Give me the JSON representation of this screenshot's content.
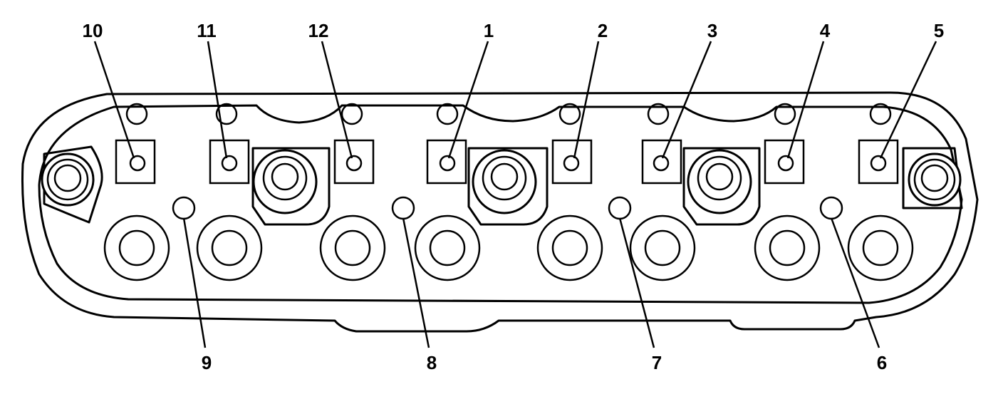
{
  "callouts": {
    "top": [
      "10",
      "11",
      "12",
      "1",
      "2",
      "3",
      "4",
      "5"
    ],
    "bottom": [
      "9",
      "8",
      "7",
      "6"
    ]
  },
  "colors": {
    "line": "#000000",
    "background": "#ffffff"
  }
}
